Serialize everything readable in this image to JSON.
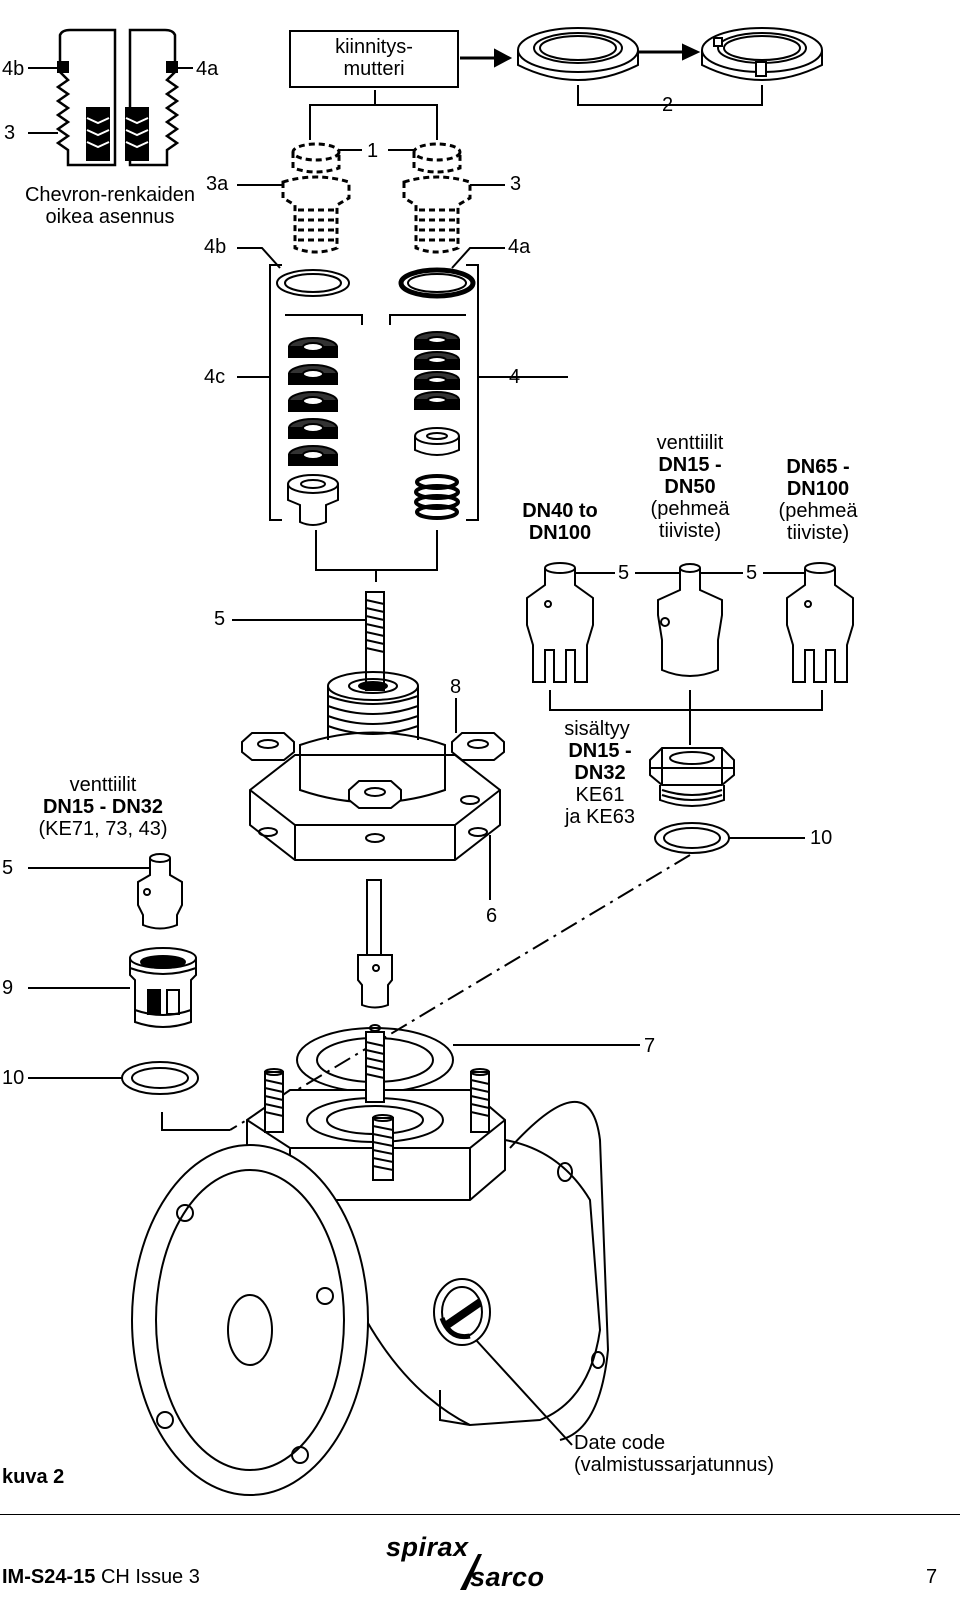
{
  "labels": {
    "chevron_4b": "4b",
    "chevron_4a": "4a",
    "chevron_3": "3",
    "chevron_caption_1": "Chevron-renkaiden",
    "chevron_caption_2": "oikea  asennus",
    "nut_box_1": "kiinnitys-",
    "nut_box_2": "mutteri",
    "ref_2": "2",
    "ref_1": "1",
    "ref_3a": "3a",
    "ref_3_right": "3",
    "ref_4b": "4b",
    "ref_4a": "4a",
    "ref_4c": "4c",
    "ref_4": "4",
    "plug_a_1": "DN40 to",
    "plug_a_2": "DN100",
    "plug_b_1": "venttiilit",
    "plug_b_2": "DN15 -",
    "plug_b_3": "DN50",
    "plug_b_4": "(pehmeä",
    "plug_b_5": "tiiviste)",
    "plug_c_1": "DN65 -",
    "plug_c_2": "DN100",
    "plug_c_3": "(pehmeä",
    "plug_c_4": "tiiviste)",
    "ref_5_mid": "5",
    "ref_5_right": "5",
    "ref_5_stem": "5",
    "ref_8": "8",
    "seat_1": "sisältyy",
    "seat_2": "DN15 -",
    "seat_3": "DN32",
    "seat_4": "KE61",
    "seat_5": "ja KE63",
    "small_1": "venttiilit",
    "small_2": "DN15 - DN32",
    "small_3": "(KE71, 73, 43)",
    "ref_5_left": "5",
    "ref_10_right": "10",
    "ref_6": "6",
    "ref_9": "9",
    "ref_7": "7",
    "ref_10_left": "10",
    "date_1": "Date code",
    "date_2": "(valmistussarjatunnus)",
    "figure": "kuva 2"
  },
  "footer": {
    "doc_id": "IM-S24-15",
    "issue": "CH Issue 3",
    "logo_top": "spirax",
    "logo_bottom": "sarco",
    "page": "7"
  },
  "icons": [
    "chevron-packing-icon",
    "locking-nut-icon",
    "arrow-right-icon",
    "packing-ring-icon",
    "spring-icon",
    "valve-plug-icon",
    "seat-icon",
    "valve-body-icon",
    "stud-icon",
    "hex-nut-icon",
    "gasket-icon",
    "bonnet-icon"
  ]
}
